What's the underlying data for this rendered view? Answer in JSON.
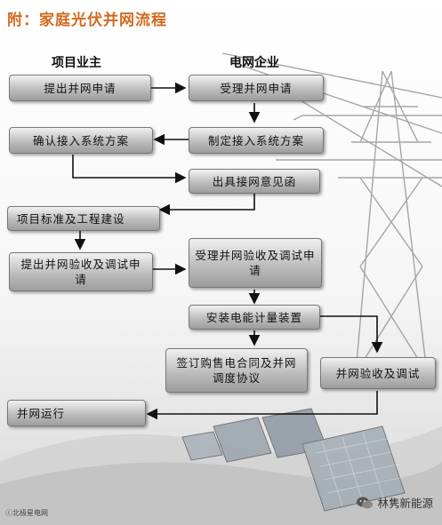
{
  "title": "附：家庭光伏并网流程",
  "columns": {
    "left": "项目业主",
    "right": "电网企业"
  },
  "steps": {
    "s1": "提出并网申请",
    "s2": "受理并网申请",
    "s3": "确认接入系统方案",
    "s4": "制定接入系统方案",
    "s5": "出具接网意见函",
    "s6": "项目标准及工程建设",
    "s7": "提出并网验收及调试申请",
    "s8": "受理并网验收及调试申请",
    "s9": "安装电能计量装置",
    "s10": "签订购售电合同及并网调度协议",
    "s11": "并网验收及调试",
    "s12": "并网运行"
  },
  "watermark": "林隽新能源",
  "source_mark": "ⓒ北极星电网",
  "colors": {
    "title": "#d2691e",
    "box_top": "#f1f1f1",
    "box_bottom": "#9d9d9d"
  }
}
